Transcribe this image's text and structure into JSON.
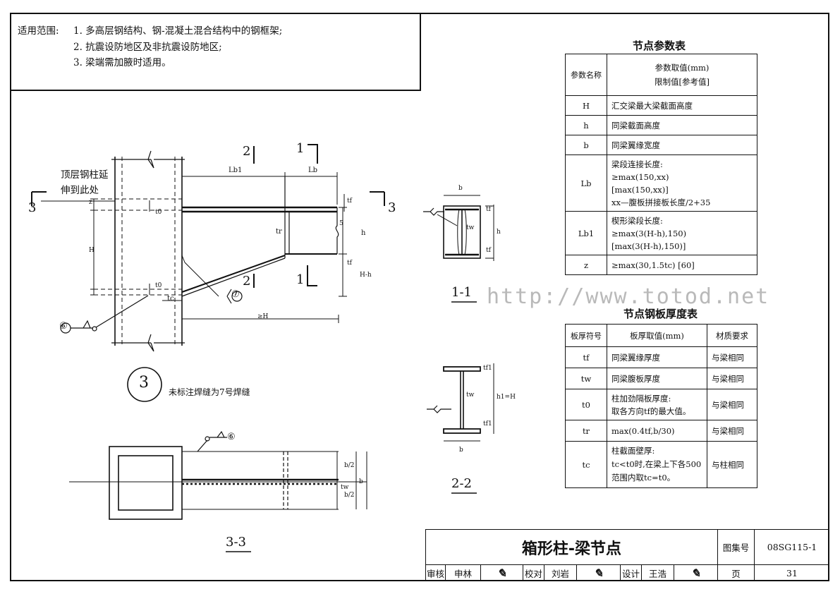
{
  "scope": {
    "label": "适用范围:",
    "items": [
      "1. 多高层钢结构、钢-混凝土混合结构中的钢框架;",
      "2. 抗震设防地区及非抗震设防地区;",
      "3. 梁端需加腋时适用。"
    ]
  },
  "main_drawing": {
    "note_top_column": "顶层钢柱延",
    "note_top_column_2": "伸到此处",
    "section_3": "3",
    "section_2": "2",
    "section_1": "1",
    "dim_Lb1": "Lb1",
    "dim_Lb": "Lb",
    "dim_z": "z",
    "dim_t0_top": "t0",
    "dim_H": "H",
    "dim_t0_bot": "t0",
    "dim_tc": "tc",
    "dim_tr": "tr",
    "dim_tf_top": "tf",
    "dim_tf_bot": "tf",
    "dim_h": "h",
    "dim_Hh": "H-h",
    "dim_5": "5",
    "dim_geH": "≥H",
    "weld_6": "⑥",
    "weld_7": "⑦",
    "detail_num": "3",
    "detail_note": "未标注焊缝为7号焊缝"
  },
  "section_1_1": {
    "title": "1-1",
    "b": "b",
    "tw": "tw",
    "tf_top": "tf",
    "tf_bot": "tf",
    "h": "h"
  },
  "section_2_2": {
    "title": "2-2",
    "b": "b",
    "tw": "tw",
    "tf1_top": "tf1",
    "tf1_bot": "tf1",
    "h1": "h1=H"
  },
  "section_3_3": {
    "title": "3-3",
    "weld": "⑥",
    "b2_top": "b/2",
    "b2_bot": "b/2",
    "b": "b",
    "tw": "tw"
  },
  "param_table": {
    "title": "节点参数表",
    "header_name": "参数名称",
    "header_value_1": "参数取值(mm)",
    "header_value_2": "限制值[参考值]",
    "rows": [
      {
        "name": "H",
        "value": [
          "汇交梁最大梁截面高度"
        ]
      },
      {
        "name": "h",
        "value": [
          "同梁截面高度"
        ]
      },
      {
        "name": "b",
        "value": [
          "同梁翼缘宽度"
        ]
      },
      {
        "name": "Lb",
        "value": [
          "梁段连接长度:",
          "≥max(150,xx)",
          "[max(150,xx)]",
          "xx—腹板拼接板长度/2+35"
        ]
      },
      {
        "name": "Lb1",
        "value": [
          "楔形梁段长度:",
          "≥max(3(H-h),150)",
          "[max(3(H-h),150)]"
        ]
      },
      {
        "name": "z",
        "value": [
          "≥max(30,1.5tc)  [60]"
        ]
      }
    ]
  },
  "plate_table": {
    "title": "节点钢板厚度表",
    "header_symbol": "板厚符号",
    "header_value": "板厚取值(mm)",
    "header_material": "材质要求",
    "rows": [
      {
        "symbol": "tf",
        "value": [
          "同梁翼缘厚度"
        ],
        "material": "与梁相同"
      },
      {
        "symbol": "tw",
        "value": [
          "同梁腹板厚度"
        ],
        "material": "与梁相同"
      },
      {
        "symbol": "t0",
        "value": [
          "柱加劲隔板厚度:",
          "取各方向tf的最大值。"
        ],
        "material": "与梁相同"
      },
      {
        "symbol": "tr",
        "value": [
          "max(0.4tf,b/30)"
        ],
        "material": "与梁相同"
      },
      {
        "symbol": "tc",
        "value": [
          "柱截面壁厚:",
          "tc<t0时,在梁上下各500",
          "范围内取tc=t0。"
        ],
        "material": "与柱相同"
      }
    ]
  },
  "watermark": "http://www.totod.net",
  "title_block": {
    "title": "箱形柱-梁节点",
    "atlas_label": "图集号",
    "atlas_no": "08SG115-1",
    "review_label": "审核",
    "review_name": "申林",
    "check_label": "校对",
    "check_name": "刘岩",
    "design_label": "设计",
    "design_name": "王浩",
    "page_label": "页",
    "page_no": "31"
  }
}
